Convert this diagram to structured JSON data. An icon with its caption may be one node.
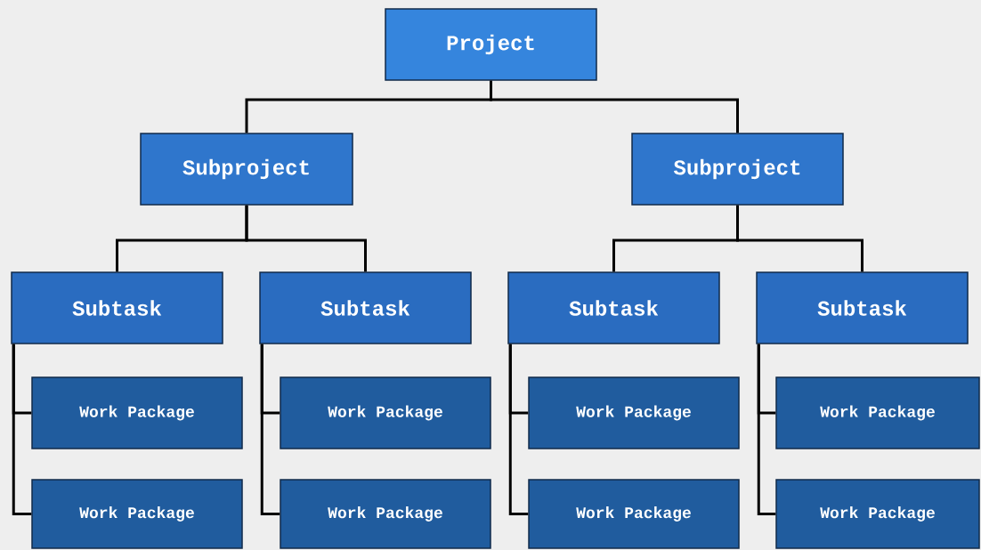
{
  "diagram": {
    "nodes": [
      {
        "text": [
          "Project"
        ]
      },
      {
        "text": [
          "Subproject"
        ]
      },
      {
        "text": [
          "Subproject"
        ]
      },
      {
        "text": [
          "Subtask"
        ]
      },
      {
        "text": [
          "Subtask"
        ]
      },
      {
        "text": [
          "Subtask"
        ]
      },
      {
        "text": [
          "Subtask"
        ]
      },
      {
        "text": [
          "Work Package"
        ]
      },
      {
        "text": [
          "Work Package"
        ]
      },
      {
        "text": [
          "Work Package"
        ]
      },
      {
        "text": [
          "Work Package"
        ]
      },
      {
        "text": [
          "Work Package"
        ]
      },
      {
        "text": [
          "Work Package"
        ]
      },
      {
        "text": [
          "Work Package"
        ]
      },
      {
        "text": [
          "Work Package"
        ]
      }
    ],
    "edges": [
      {
        "from": 0,
        "to": 1,
        "arrow": "none"
      },
      {
        "from": 0,
        "to": 2,
        "arrow": "none"
      },
      {
        "from": 1,
        "to": 3,
        "arrow": "none"
      },
      {
        "from": 1,
        "to": 4,
        "arrow": "none"
      },
      {
        "from": 2,
        "to": 5,
        "arrow": "none"
      },
      {
        "from": 2,
        "to": 6,
        "arrow": "none"
      },
      {
        "from": 3,
        "to": 7,
        "arrow": "none"
      },
      {
        "from": 3,
        "to": 11,
        "arrow": "none"
      },
      {
        "from": 4,
        "to": 8,
        "arrow": "none"
      },
      {
        "from": 4,
        "to": 12,
        "arrow": "none"
      },
      {
        "from": 5,
        "to": 9,
        "arrow": "none"
      },
      {
        "from": 5,
        "to": 13,
        "arrow": "none"
      },
      {
        "from": 6,
        "to": 10,
        "arrow": "none"
      },
      {
        "from": 6,
        "to": 14,
        "arrow": "none"
      }
    ]
  }
}
